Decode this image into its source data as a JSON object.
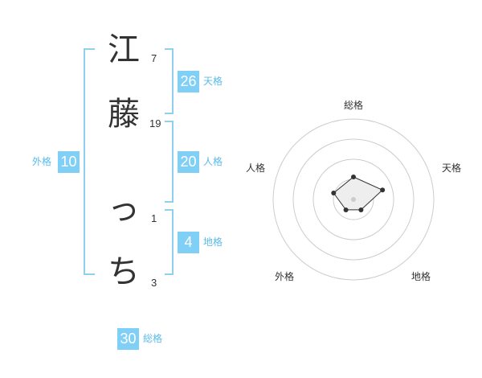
{
  "name": {
    "chars": [
      {
        "char": "江",
        "strokes": "7"
      },
      {
        "char": "藤",
        "strokes": "19"
      },
      {
        "char": "っ",
        "strokes": "1"
      },
      {
        "char": "ち",
        "strokes": "3"
      }
    ]
  },
  "fortunes": {
    "tenkaku": {
      "label": "天格",
      "value": "26"
    },
    "jinkaku": {
      "label": "人格",
      "value": "20"
    },
    "chikaku": {
      "label": "地格",
      "value": "4"
    },
    "gaikaku": {
      "label": "外格",
      "value": "10"
    },
    "soukaku": {
      "label": "総格",
      "value": "30"
    }
  },
  "radar": {
    "axes": [
      "総格",
      "天格",
      "地格",
      "外格",
      "人格"
    ],
    "levels": 4,
    "values": [
      0.28,
      0.38,
      0.16,
      0.16,
      0.26
    ],
    "colors": {
      "grid": "#cccccc",
      "fill": "#eeeeee",
      "line": "#333333",
      "point": "#333333",
      "center": "#cccccc"
    }
  }
}
